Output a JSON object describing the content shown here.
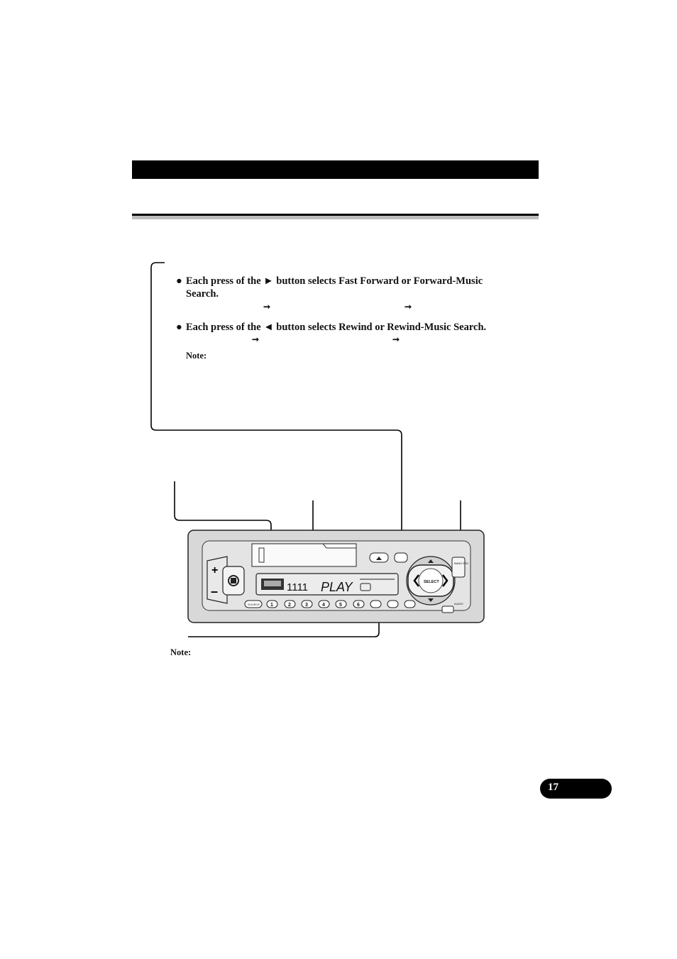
{
  "bullets": {
    "forward": {
      "symbol": "●",
      "text_line1": "Each press of the ► button selects Fast Forward or Forward-Music",
      "text_line2": "Search.",
      "arrows": [
        "➞",
        "➞"
      ]
    },
    "rewind": {
      "symbol": "●",
      "text": "Each press of the ◄ button selects Rewind or Rewind-Music Search.",
      "arrows": [
        "➞",
        "➞"
      ]
    }
  },
  "notes": {
    "upper": "Note:",
    "lower": "Note:"
  },
  "device": {
    "display_text": "PLAY",
    "display_digits": "1111",
    "select_label": "SELECT",
    "source_label": "SOURCE",
    "band_label": "BAND ESC",
    "audio_label": "AUDIO",
    "preset_buttons": [
      "1",
      "2",
      "3",
      "4",
      "5",
      "6"
    ]
  },
  "page_number": "17",
  "colors": {
    "device_body": "#d8d8d8",
    "device_outline": "#222222",
    "rule_shadow": "#bdbdbd"
  }
}
